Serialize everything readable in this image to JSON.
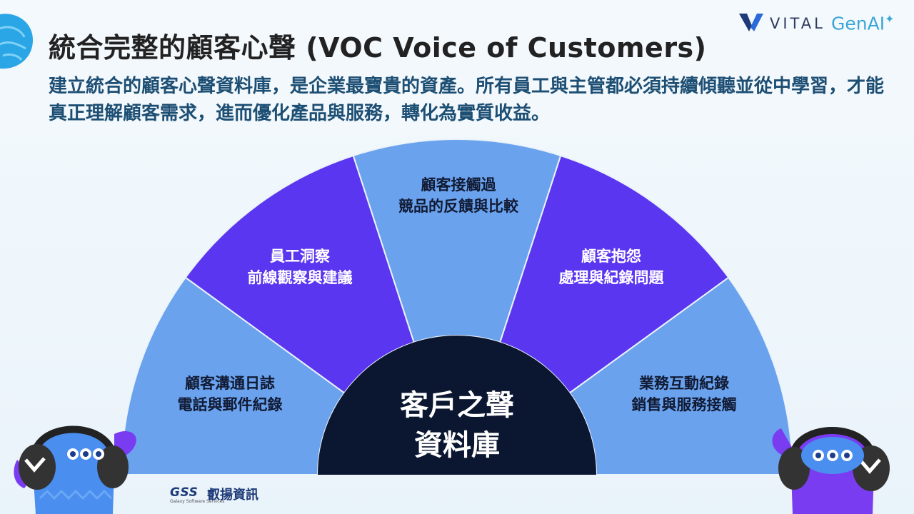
{
  "slide": {
    "title": "統合完整的顧客心聲 (VOC Voice of Customers)",
    "subtitle": "建立統合的顧客心聲資料庫，是企業最寶貴的資產。所有員工與主管都必須持續傾聽並從中學習，才能真正理解顧客需求，進而優化產品與服務，轉化為實質收益。"
  },
  "brand": {
    "name": "VITAL",
    "product": "GenAI",
    "spark_glyph": "✦"
  },
  "diagram": {
    "center": {
      "line1": "客戶之聲",
      "line2": "資料庫"
    },
    "segments": [
      {
        "line1": "顧客溝通日誌",
        "line2": "電話與郵件紀錄",
        "tone": "light"
      },
      {
        "line1": "員工洞察",
        "line2": "前線觀察與建議",
        "tone": "dark"
      },
      {
        "line1": "顧客接觸過",
        "line2": "競品的反饋與比較",
        "tone": "light"
      },
      {
        "line1": "顧客抱怨",
        "line2": "處理與紀錄問題",
        "tone": "dark"
      },
      {
        "line1": "業務互動紀錄",
        "line2": "銷售與服務接觸",
        "tone": "light"
      }
    ],
    "colors": {
      "light": "#6aa2ee",
      "dark": "#5b36f0",
      "center": "#0b1631",
      "stroke": "#eaf3fb"
    }
  },
  "footer": {
    "mark": "GSS",
    "company": "叡揚資訊",
    "tagline": "Galaxy Software Services"
  }
}
